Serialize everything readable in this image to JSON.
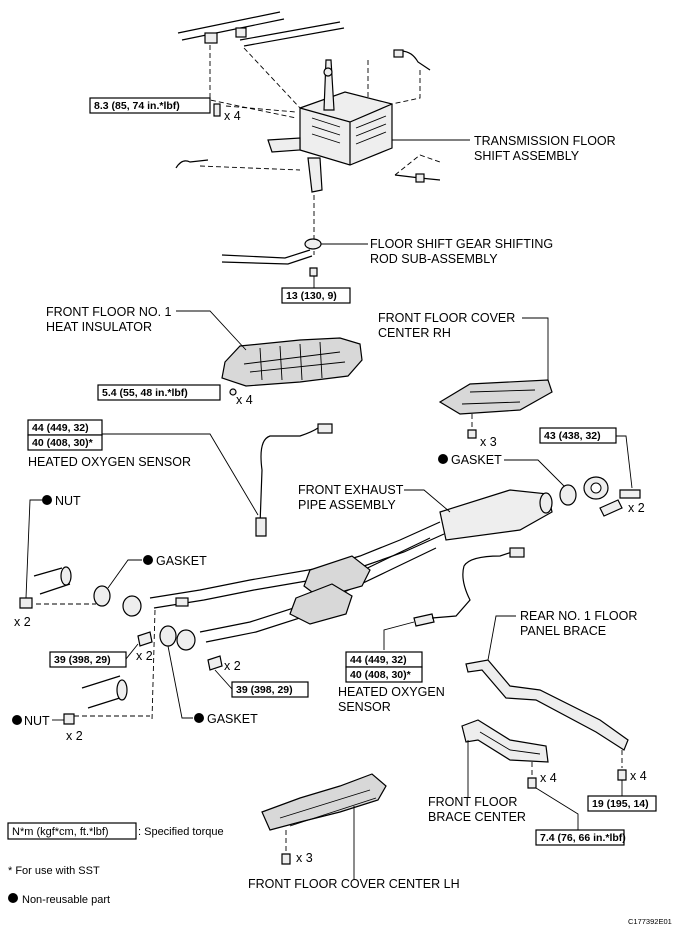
{
  "torque": {
    "t_shift_bolt": "8.3 (85, 74 in.*lbf)",
    "t_rod_nut": "13 (130, 9)",
    "t_insulator": "5.4 (55, 48 in.*lbf)",
    "t_sensor_front_1": "44 (449, 32)",
    "t_sensor_front_2": "40 (408, 30)*",
    "t_rh_bolt": "43 (438, 32)",
    "t_left_1": "39 (398, 29)",
    "t_left_2": "39 (398, 29)",
    "t_sensor_rear_1": "44 (449, 32)",
    "t_sensor_rear_2": "40 (408, 30)*",
    "t_brace_center": "7.4 (76, 66 in.*lbf)",
    "t_panel_brace": "19 (195, 14)"
  },
  "labels": {
    "shift_1": "TRANSMISSION FLOOR",
    "shift_2": "SHIFT ASSEMBLY",
    "rod_1": "FLOOR SHIFT GEAR SHIFTING",
    "rod_2": "ROD SUB-ASSEMBLY",
    "insulator_1": "FRONT FLOOR NO. 1",
    "insulator_2": "HEAT INSULATOR",
    "cover_rh_1": "FRONT FLOOR COVER",
    "cover_rh_2": "CENTER RH",
    "sensor_front": "HEATED OXYGEN SENSOR",
    "gasket_rh": "GASKET",
    "exhaust_1": "FRONT EXHAUST",
    "exhaust_2": "PIPE ASSEMBLY",
    "nut_top": "NUT",
    "gasket_left": "GASKET",
    "panel_brace_1": "REAR NO. 1 FLOOR",
    "panel_brace_2": "PANEL BRACE",
    "sensor_rear_1": "HEATED OXYGEN",
    "sensor_rear_2": "SENSOR",
    "nut_bottom": "NUT",
    "gasket_bottom": "GASKET",
    "brace_center_1": "FRONT FLOOR",
    "brace_center_2": "BRACE CENTER",
    "cover_lh": "FRONT FLOOR COVER CENTER LH"
  },
  "counts": {
    "shift_bolt": "x 4",
    "insulator": "x 4",
    "cover_rh": "x 3",
    "rh_bolt": "x 2",
    "nut_top": "x 2",
    "left_bolt_1": "x 2",
    "left_bolt_2": "x 2",
    "nut_bottom": "x 2",
    "brace_center": "x 4",
    "panel_brace": "x 4",
    "cover_lh": "x 3"
  },
  "legend": {
    "torque_sample": "N*m (kgf*cm, ft.*lbf)",
    "torque_text": ": Specified torque",
    "sst_note": "* For use with SST",
    "nonreusable": "Non-reusable part"
  },
  "code": "C177392E01"
}
